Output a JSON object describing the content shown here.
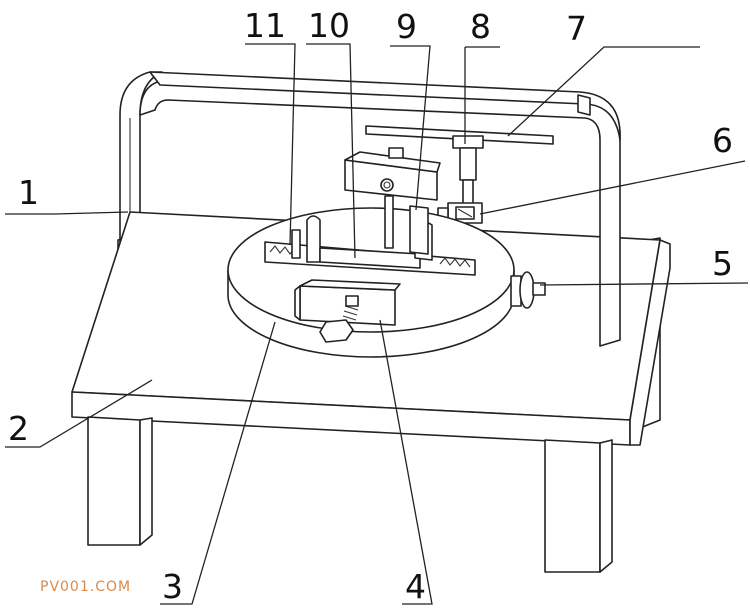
{
  "labels": {
    "l1": "1",
    "l2": "2",
    "l3": "3",
    "l4": "4",
    "l5": "5",
    "l6": "6",
    "l7": "7",
    "l8": "8",
    "l9": "9",
    "l10": "10",
    "l11": "11"
  },
  "watermark": "PV001.COM"
}
